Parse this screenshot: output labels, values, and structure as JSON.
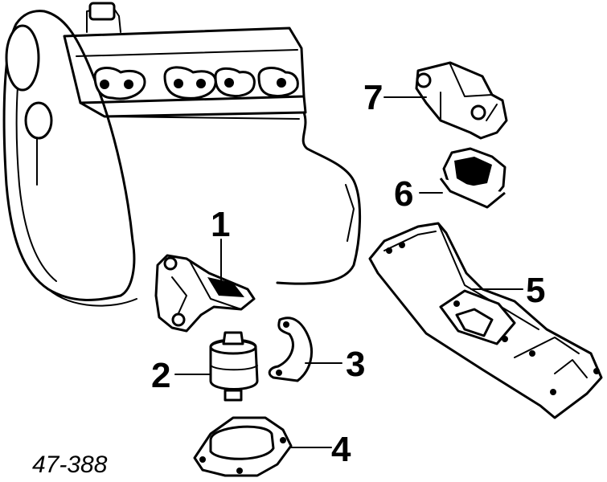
{
  "figure_number": "47-388",
  "callouts": [
    "1",
    "2",
    "3",
    "4",
    "5",
    "6",
    "7"
  ]
}
